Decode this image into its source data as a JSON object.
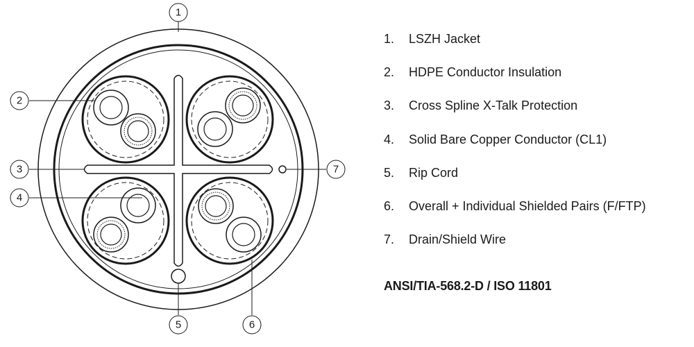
{
  "callouts": [
    "1",
    "2",
    "3",
    "4",
    "5",
    "6",
    "7"
  ],
  "legend": [
    {
      "number": "1.",
      "label": "LSZH Jacket"
    },
    {
      "number": "2.",
      "label": "HDPE Conductor Insulation"
    },
    {
      "number": "3.",
      "label": "Cross Spline X-Talk Protection"
    },
    {
      "number": "4.",
      "label": "Solid Bare Copper Conductor (CL1)"
    },
    {
      "number": "5.",
      "label": "Rip Cord"
    },
    {
      "number": "6.",
      "label": "Overall + Individual Shielded Pairs (F/FTP)"
    },
    {
      "number": "7.",
      "label": "Drain/Shield Wire"
    }
  ],
  "standard": "ANSI/TIA-568.2-D / ISO 11801",
  "colors": {
    "line": "#1a1a1a",
    "background": "#ffffff"
  }
}
